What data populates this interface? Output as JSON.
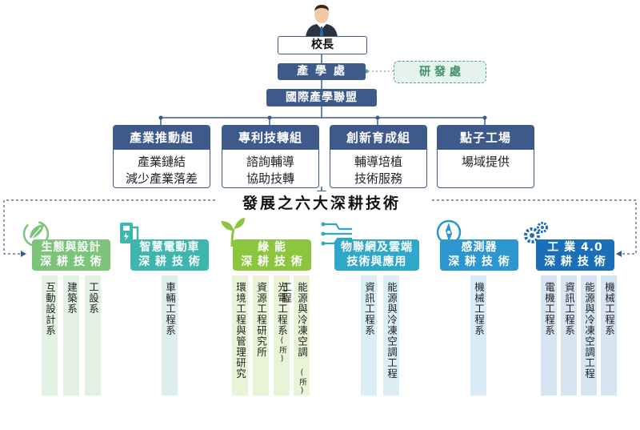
{
  "principal": "校長",
  "office": "產 學 處",
  "rd_office": "研 發 處",
  "alliance": "國際產學聯盟",
  "groups": [
    {
      "title": "產業推動組",
      "lines": [
        "產業鏈結",
        "減少產業落差"
      ]
    },
    {
      "title": "專利技轉組",
      "lines": [
        "諮詢輔導",
        "協助技轉"
      ]
    },
    {
      "title": "創新育成組",
      "lines": [
        "輔導培植",
        "技術服務"
      ]
    },
    {
      "title": "點子工場",
      "lines": [
        "場域提供",
        ""
      ]
    }
  ],
  "six_title": "發展之六大深耕技術",
  "techs": [
    {
      "l1": "生態與設計",
      "l2": "深 耕 技 術",
      "color": "#7cc47c",
      "icon": "eco-leaf-icon",
      "depts": [
        "互動設計系",
        "建築系",
        "工設系"
      ]
    },
    {
      "l1": "智慧電動車",
      "l2": "深 耕 技 術",
      "color": "#3fb6ad",
      "icon": "ev-charger-icon",
      "depts": [
        "車輛工程系"
      ]
    },
    {
      "l1": "綠 能",
      "l2": "深 耕 技 術",
      "color": "#8cc63f",
      "icon": "sprout-icon",
      "depts": [
        "環境工程與管理研究",
        "資源工程研究所",
        "光電工程系",
        "能源與冷凍空調工程"
      ],
      "subs": [
        "",
        "",
        "(所)",
        "(所)"
      ]
    },
    {
      "l1": "物聯網及雲端",
      "l2": "技術與應用",
      "color": "#2fa7c9",
      "icon": "circuit-icon",
      "depts": [
        "資訊工程系",
        "能源與冷凍空調工程"
      ]
    },
    {
      "l1": "感測器",
      "l2": "深 耕 技 術",
      "color": "#2b96cf",
      "icon": "compass-icon",
      "depts": [
        "機械工程系"
      ]
    },
    {
      "l1": "工 業 4.0",
      "l2": "深 耕 技 術",
      "color": "#1b6fb8",
      "icon": "gears-icon",
      "depts": [
        "電機工程系",
        "資訊工程系",
        "能源與冷凍空調工程",
        "機械工程系"
      ]
    }
  ]
}
